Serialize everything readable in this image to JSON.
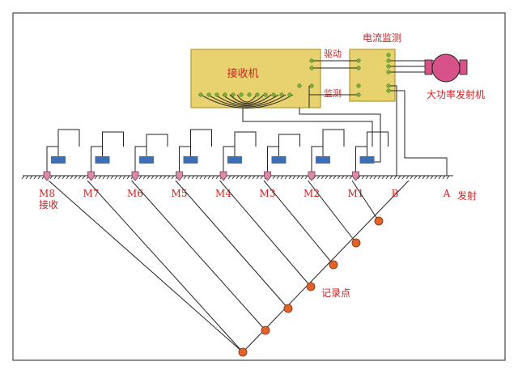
{
  "units": {
    "receiver": "接收机",
    "current_monitor": "电流监测",
    "transmitter": "大功率发射机"
  },
  "link_labels": {
    "drive": "驱动",
    "monitor": "监测"
  },
  "electrodes": [
    "M8",
    "M7",
    "M6",
    "M5",
    "M4",
    "M3",
    "M2",
    "M1"
  ],
  "receive_label": "接收",
  "current_electrodes": [
    "B",
    "A"
  ],
  "transmit_label": "发射",
  "record_point_label": "记录点",
  "record_point_count": 7,
  "colors": {
    "box_fill": "#e8d270",
    "box_stroke": "#b59a2a",
    "terminal": "#78b13a",
    "sensor": "#3e6fb4",
    "electrode": "#d98aa8",
    "record_point": "#e0632a",
    "motor": "#d8528a",
    "label": "#cc2222"
  }
}
